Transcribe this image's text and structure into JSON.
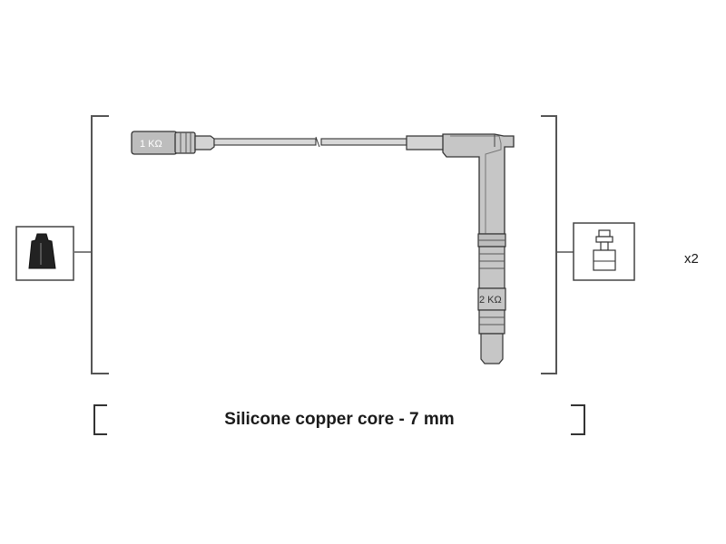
{
  "diagram": {
    "cable_left_label": "1 KΩ",
    "cable_right_label": "2 KΩ",
    "caption": "Silicone copper core - 7 mm",
    "quantity": "x2",
    "left_connector_icon": "spark-plug-boot-icon",
    "right_connector_icon": "ignition-coil-terminal-icon",
    "colors": {
      "line": "#555555",
      "cable_fill": "#bdbdbd",
      "icon_fill": "#222222"
    }
  }
}
